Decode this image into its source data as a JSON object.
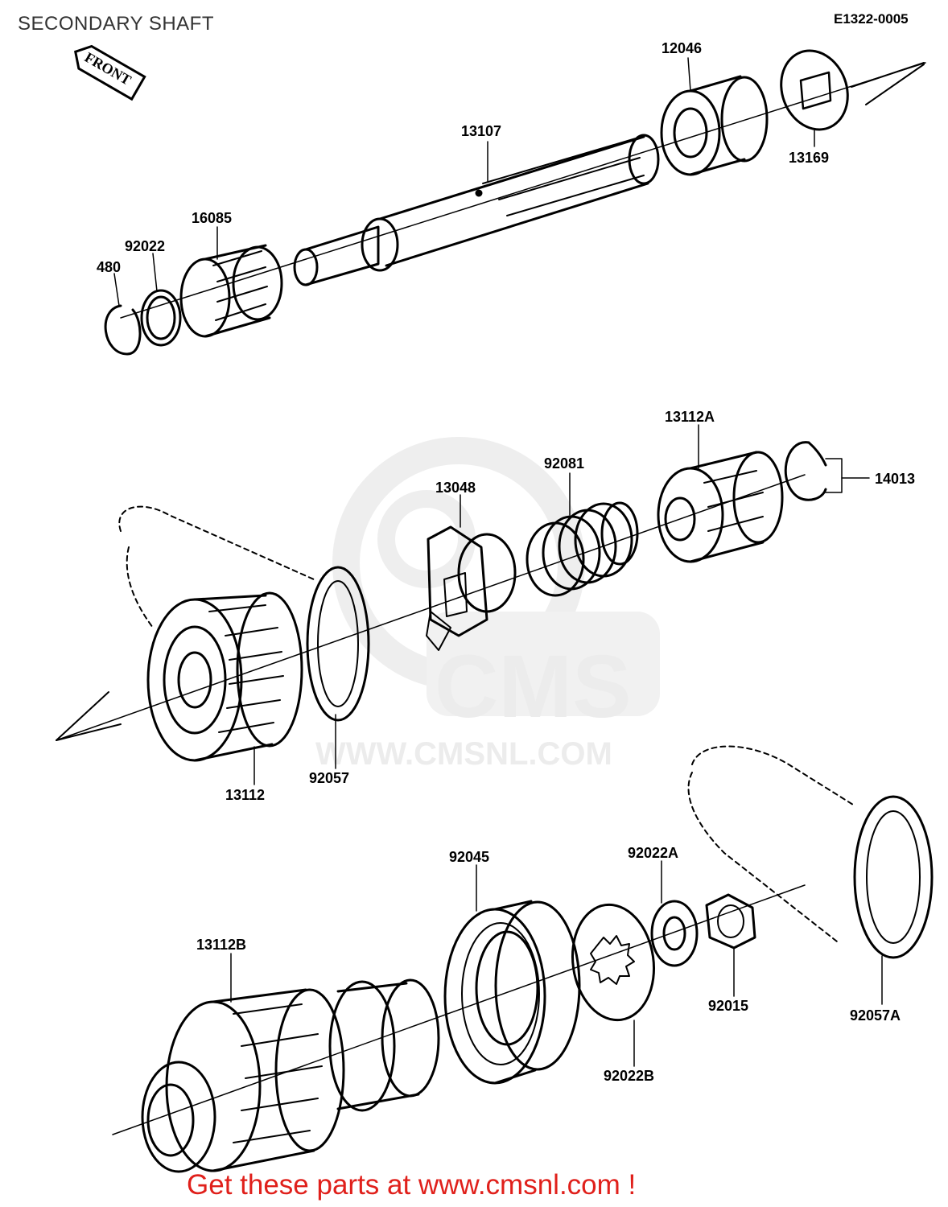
{
  "header": {
    "title": "SECONDARY SHAFT",
    "diagram_code": "E1322-0005"
  },
  "front_arrow": {
    "label": "FRONT"
  },
  "watermark": {
    "brand": "CMS",
    "url": "WWW.CMSNL.COM"
  },
  "parts": [
    {
      "id": "12046",
      "label": "12046"
    },
    {
      "id": "13169",
      "label": "13169"
    },
    {
      "id": "13107",
      "label": "13107"
    },
    {
      "id": "16085",
      "label": "16085"
    },
    {
      "id": "92022",
      "label": "92022"
    },
    {
      "id": "480",
      "label": "480"
    },
    {
      "id": "13112A",
      "label": "13112A"
    },
    {
      "id": "92081",
      "label": "92081"
    },
    {
      "id": "13048",
      "label": "13048"
    },
    {
      "id": "14013",
      "label": "14013"
    },
    {
      "id": "13112",
      "label": "13112"
    },
    {
      "id": "92057",
      "label": "92057"
    },
    {
      "id": "92045",
      "label": "92045"
    },
    {
      "id": "92022A",
      "label": "92022A"
    },
    {
      "id": "13112B",
      "label": "13112B"
    },
    {
      "id": "92015",
      "label": "92015"
    },
    {
      "id": "92057A",
      "label": "92057A"
    },
    {
      "id": "92022B",
      "label": "92022B"
    }
  ],
  "footer": {
    "text": "Get these parts at www.cmsnl.com !",
    "color": "#e0201b"
  }
}
